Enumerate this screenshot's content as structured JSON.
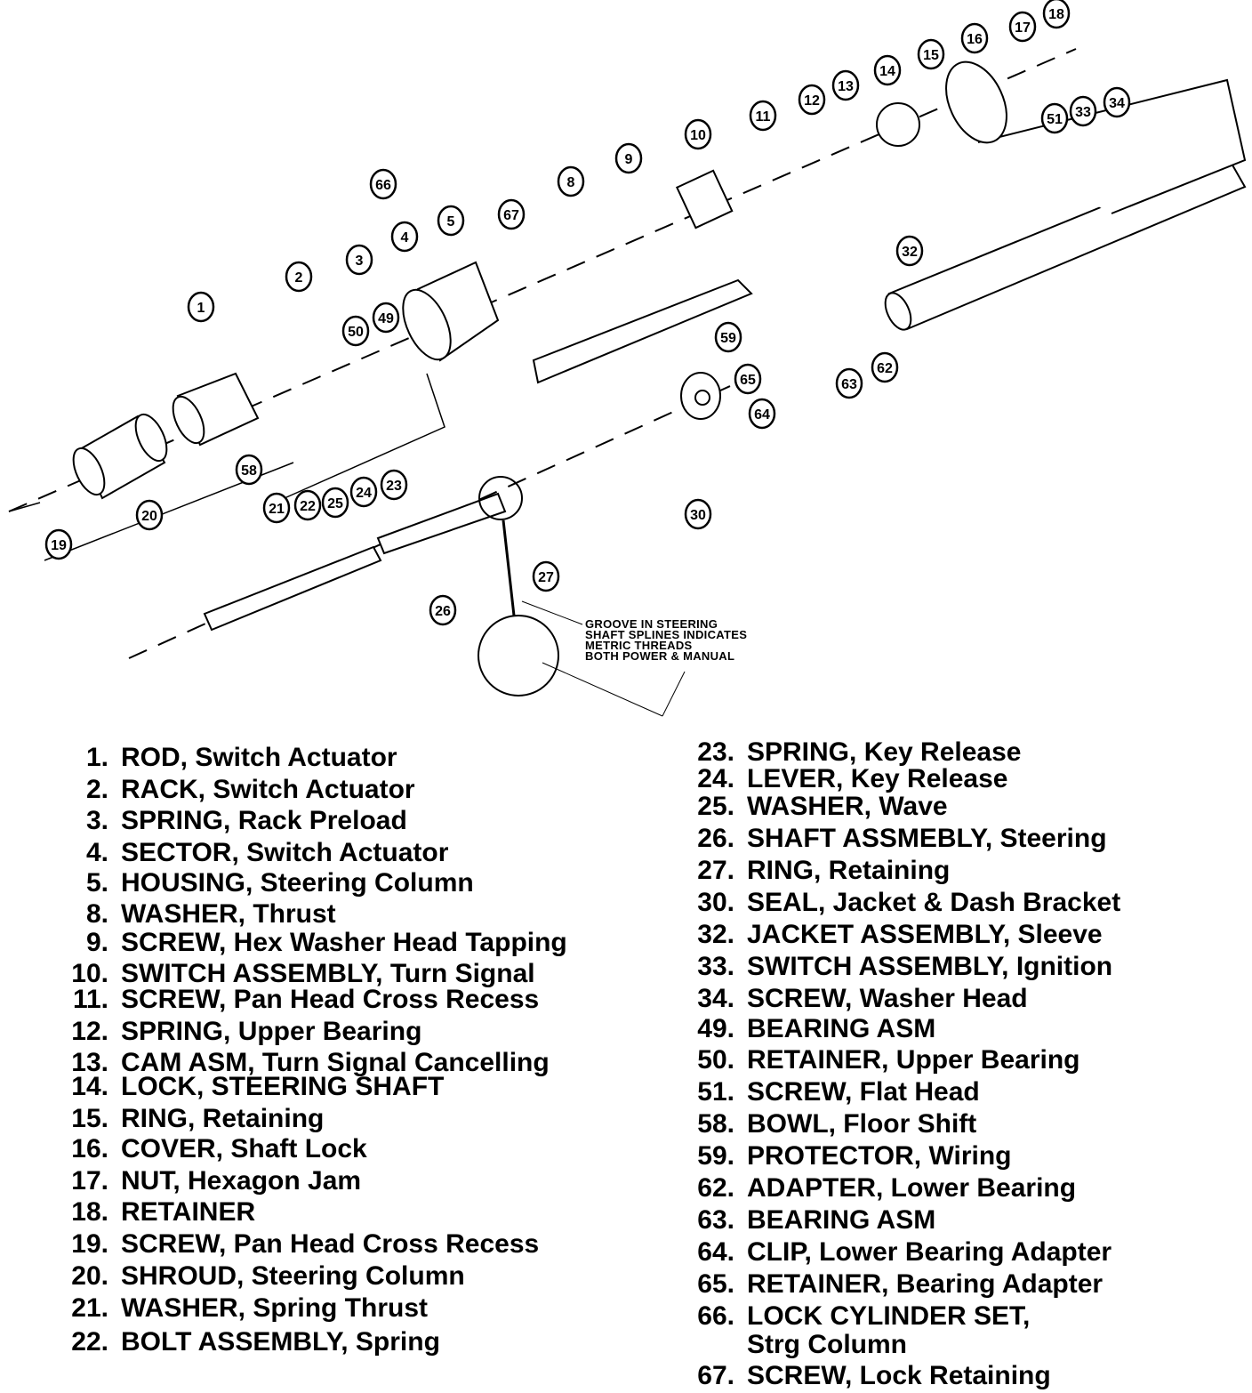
{
  "title": "Steering Column Exploded View",
  "callouts": [
    "1",
    "2",
    "3",
    "4",
    "5",
    "66",
    "67",
    "8",
    "9",
    "10",
    "11",
    "12",
    "13",
    "14",
    "15",
    "16",
    "17",
    "18",
    "51",
    "33",
    "34",
    "32",
    "59",
    "50",
    "49",
    "58",
    "20",
    "19",
    "21",
    "22",
    "25",
    "24",
    "23",
    "65",
    "63",
    "62",
    "64",
    "30",
    "27",
    "26"
  ],
  "note": [
    "GROOVE IN STEERING",
    "SHAFT SPLINES INDICATES",
    "METRIC THREADS",
    "BOTH POWER & MANUAL"
  ],
  "legend_left": [
    {
      "num": "1.",
      "text": "ROD, Switch Actuator"
    },
    {
      "num": "2.",
      "text": "RACK, Switch Actuator"
    },
    {
      "num": "3.",
      "text": "SPRING, Rack Preload"
    },
    {
      "num": "4.",
      "text": "SECTOR, Switch Actuator"
    },
    {
      "num": "5.",
      "text": "HOUSING, Steering Column"
    },
    {
      "num": "8.",
      "text": "WASHER, Thrust"
    },
    {
      "num": "9.",
      "text": "SCREW, Hex Washer Head Tapping"
    },
    {
      "num": "10.",
      "text": "SWITCH ASSEMBLY, Turn Signal"
    },
    {
      "num": "11.",
      "text": "SCREW, Pan Head Cross Recess"
    },
    {
      "num": "12.",
      "text": "SPRING, Upper Bearing"
    },
    {
      "num": "13.",
      "text": "CAM ASM, Turn Signal Cancelling"
    },
    {
      "num": "14.",
      "text": "LOCK, STEERING SHAFT"
    },
    {
      "num": "15.",
      "text": "RING, Retaining"
    },
    {
      "num": "16.",
      "text": "COVER, Shaft Lock"
    },
    {
      "num": "17.",
      "text": "NUT, Hexagon Jam"
    },
    {
      "num": "18.",
      "text": "RETAINER"
    },
    {
      "num": "19.",
      "text": "SCREW, Pan Head Cross Recess"
    },
    {
      "num": "20.",
      "text": "SHROUD, Steering Column"
    },
    {
      "num": "21.",
      "text": "WASHER, Spring Thrust"
    },
    {
      "num": "22.",
      "text": "BOLT ASSEMBLY, Spring"
    }
  ],
  "legend_right": [
    {
      "num": "23.",
      "text": "SPRING, Key Release"
    },
    {
      "num": "24.",
      "text": "LEVER, Key Release"
    },
    {
      "num": "25.",
      "text": "WASHER, Wave"
    },
    {
      "num": "26.",
      "text": "SHAFT ASSMEBLY, Steering"
    },
    {
      "num": "27.",
      "text": "RING, Retaining"
    },
    {
      "num": "30.",
      "text": "SEAL, Jacket & Dash Bracket"
    },
    {
      "num": "32.",
      "text": "JACKET ASSEMBLY, Sleeve"
    },
    {
      "num": "33.",
      "text": "SWITCH ASSEMBLY, Ignition"
    },
    {
      "num": "34.",
      "text": "SCREW, Washer Head"
    },
    {
      "num": "49.",
      "text": "BEARING ASM"
    },
    {
      "num": "50.",
      "text": "RETAINER, Upper Bearing"
    },
    {
      "num": "51.",
      "text": "SCREW, Flat Head"
    },
    {
      "num": "58.",
      "text": "BOWL, Floor Shift"
    },
    {
      "num": "59.",
      "text": "PROTECTOR, Wiring"
    },
    {
      "num": "62.",
      "text": "ADAPTER, Lower Bearing"
    },
    {
      "num": "63.",
      "text": "BEARING ASM"
    },
    {
      "num": "64.",
      "text": "CLIP, Lower Bearing Adapter"
    },
    {
      "num": "65.",
      "text": "RETAINER, Bearing Adapter"
    },
    {
      "num": "66.",
      "text": "LOCK CYLINDER SET,"
    },
    {
      "num": "",
      "text": "Strg Column"
    },
    {
      "num": "67.",
      "text": "SCREW,  Lock Retaining"
    }
  ]
}
